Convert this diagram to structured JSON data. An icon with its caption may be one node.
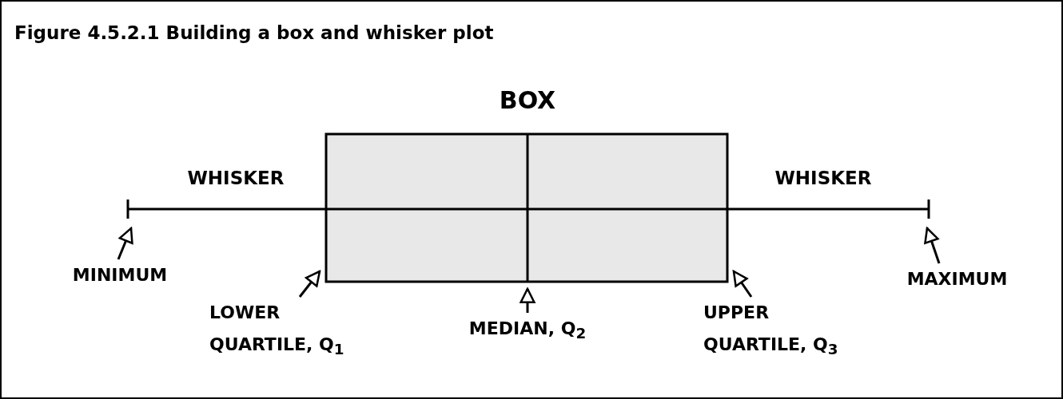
{
  "diagram": {
    "title": "Figure 4.5.2.1 Building a box and whisker plot",
    "nodes": [
      {
        "text": [
          "MINIMUM"
        ]
      },
      {
        "text": [
          "LOWER QUARTILE, Q$_{1}$"
        ]
      },
      {
        "text": [
          "MEDIAN, Q$_{2}$"
        ]
      },
      {
        "text": [
          "UPPER QUARTILE, Q$_{3}$"
        ]
      },
      {
        "text": [
          "MAXIMUM"
        ]
      }
    ],
    "edges": [
      {
        "from": 0,
        "to": null,
        "arrow": "to"
      },
      {
        "from": 1,
        "to": null,
        "arrow": "to"
      },
      {
        "from": 2,
        "to": null,
        "arrow": "to"
      },
      {
        "from": 3,
        "to": null,
        "arrow": "to"
      },
      {
        "from": 4,
        "to": null,
        "arrow": "to"
      }
    ],
    "labels": [
      "BOX",
      "WHISKER",
      "WHISKER"
    ]
  }
}
